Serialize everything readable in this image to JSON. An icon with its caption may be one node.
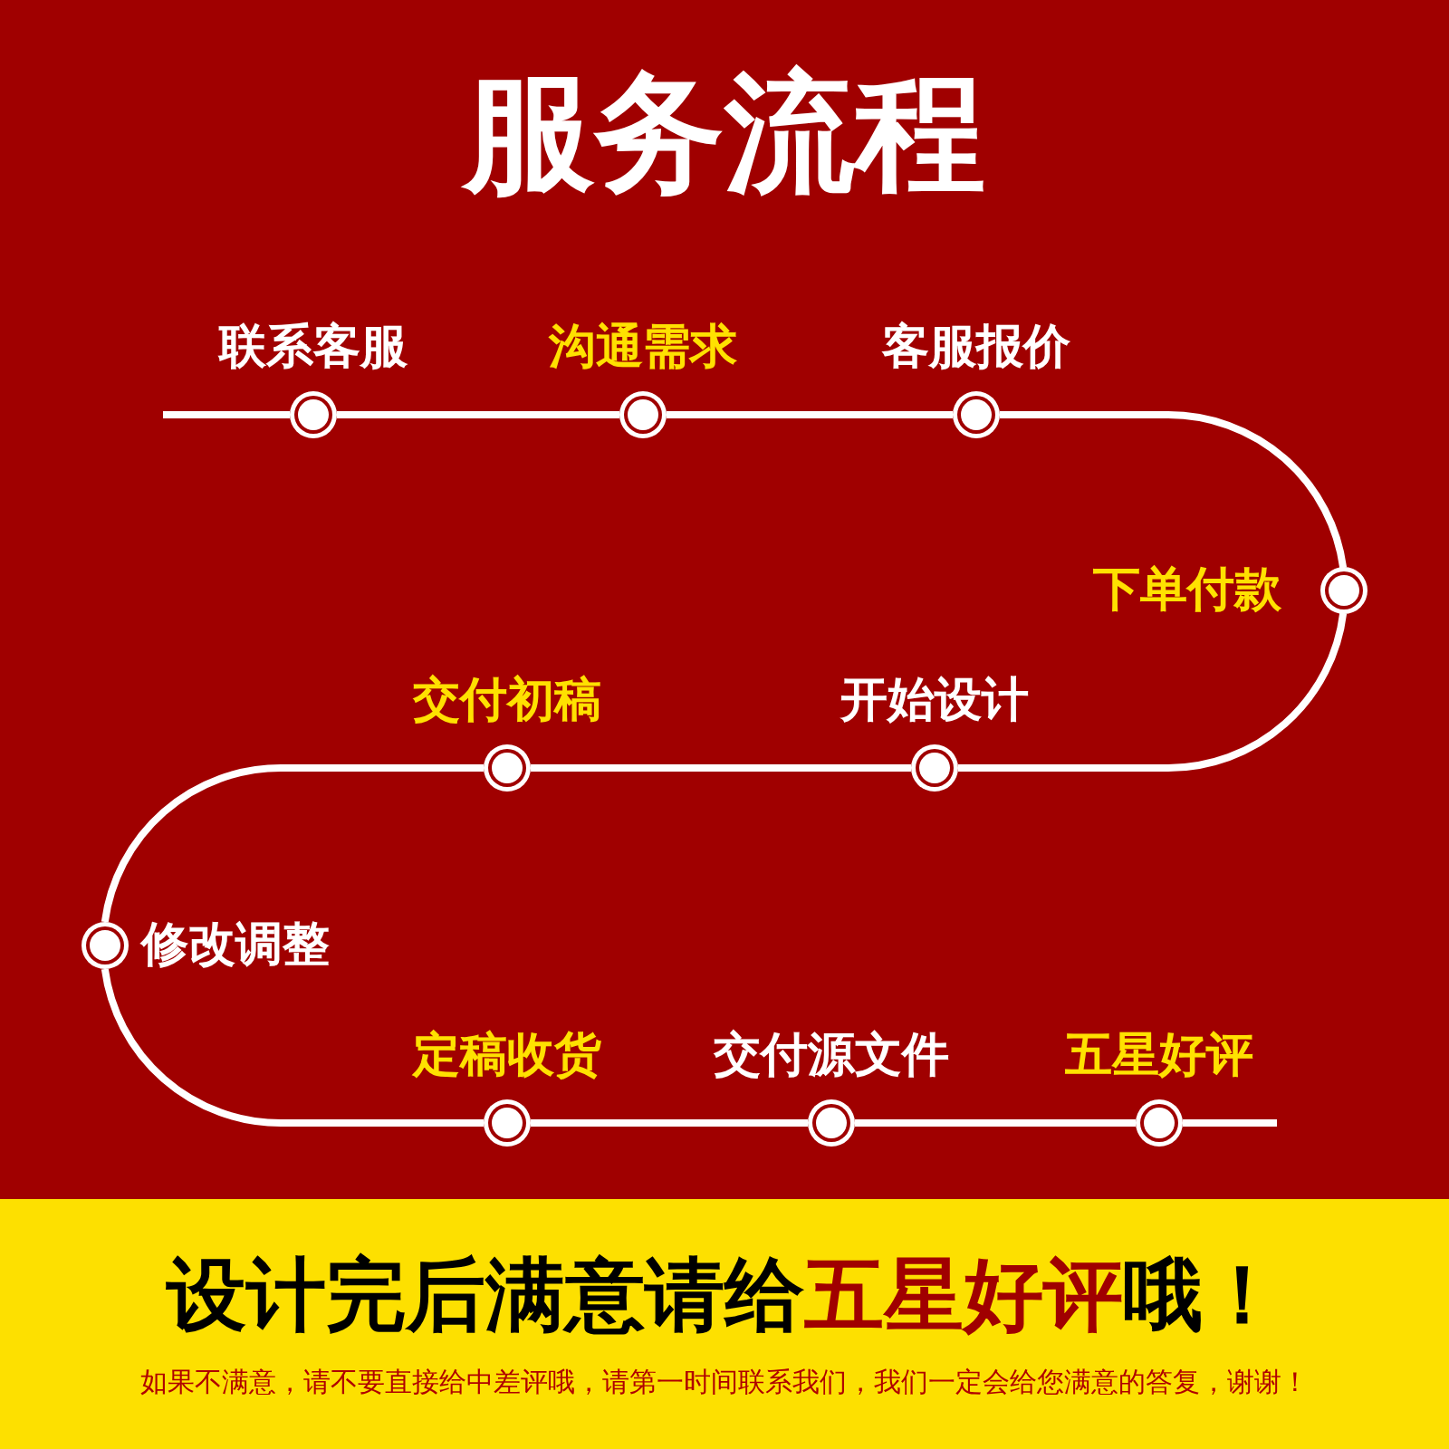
{
  "diagram": {
    "title": "服务流程",
    "nodes": [
      {
        "text": [
          "联系客服"
        ]
      },
      {
        "text": [
          "沟通需求"
        ]
      },
      {
        "text": [
          "客服报价"
        ]
      },
      {
        "text": [
          "下单付款"
        ]
      },
      {
        "text": [
          "开始设计"
        ]
      },
      {
        "text": [
          "交付初稿"
        ]
      },
      {
        "text": [
          "修改调整"
        ]
      },
      {
        "text": [
          "定稿收货"
        ]
      },
      {
        "text": [
          "交付源文件"
        ]
      },
      {
        "text": [
          "五星好评"
        ]
      }
    ],
    "edges": [
      {
        "from": 0,
        "to": 1,
        "arrow": "none"
      },
      {
        "from": 1,
        "to": 2,
        "arrow": "none"
      },
      {
        "from": 2,
        "to": 3,
        "arrow": "none"
      },
      {
        "from": 3,
        "to": 4,
        "arrow": "none"
      },
      {
        "from": 4,
        "to": 5,
        "arrow": "none"
      },
      {
        "from": 5,
        "to": 6,
        "arrow": "none"
      },
      {
        "from": 6,
        "to": 7,
        "arrow": "none"
      },
      {
        "from": 7,
        "to": 8,
        "arrow": "none"
      },
      {
        "from": 8,
        "to": 9,
        "arrow": "none"
      },
      {
        "from": null,
        "to": 0,
        "arrow": "none"
      },
      {
        "from": 9,
        "to": null,
        "arrow": "none"
      }
    ],
    "labels": [
      "设计完后满意请给",
      "五星好评",
      "哦！",
      "如果不满意，请不要直接给中差评哦，请第一时间联系我们，我们一定会给您满意的答复，谢谢！"
    ]
  }
}
